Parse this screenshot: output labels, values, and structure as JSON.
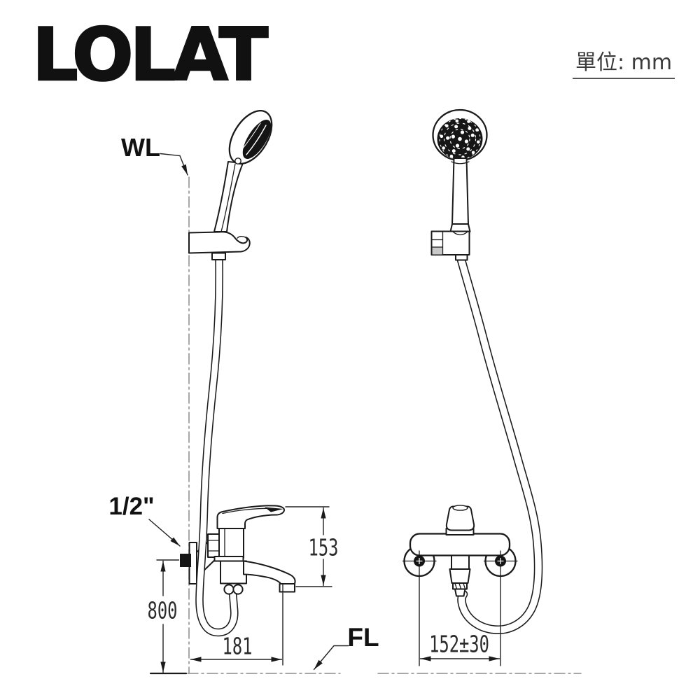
{
  "brand": {
    "logo_text": "LOLAT"
  },
  "unit_note": {
    "text": "單位: mm"
  },
  "callouts": {
    "water_line": "WL",
    "floor_line": "FL",
    "inlet_connection": "1/2\""
  },
  "dimensions": {
    "handle_to_spout_height_mm": "153",
    "inlet_height_from_floor_mm": "800",
    "spout_reach_mm": "181",
    "inlet_center_distance_mm": "152±30"
  }
}
